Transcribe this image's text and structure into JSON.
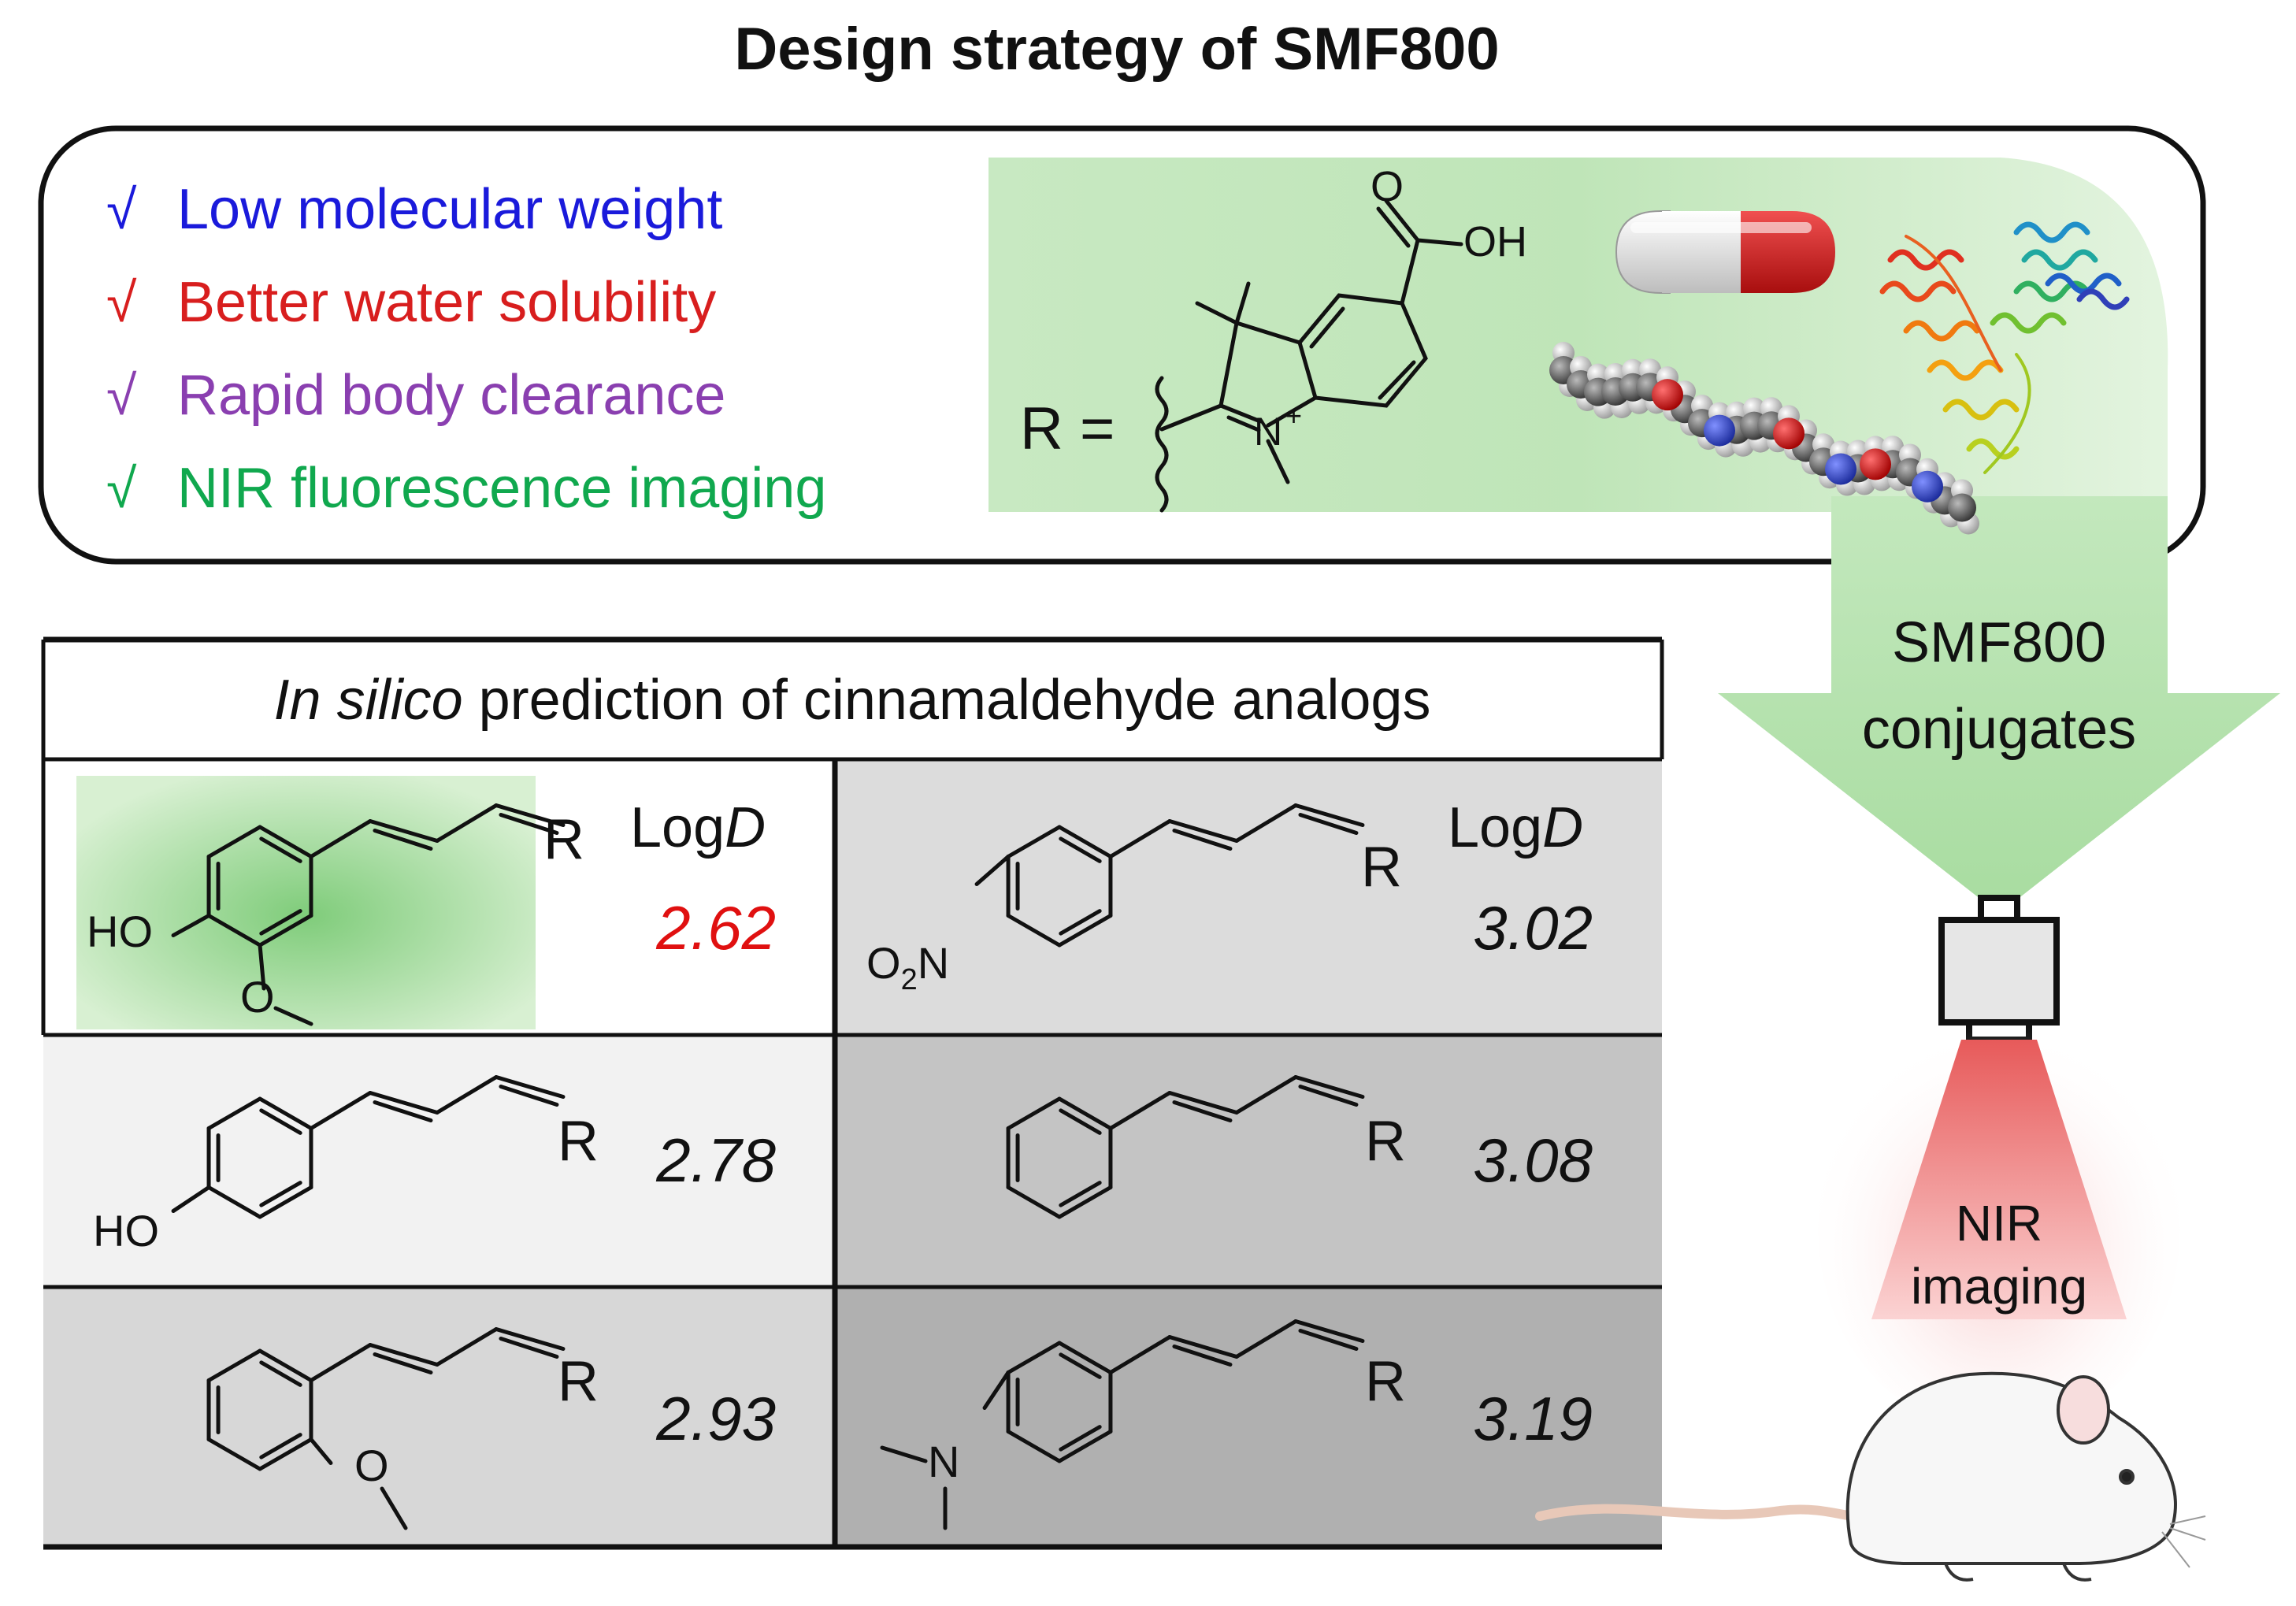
{
  "title": "Design strategy of SMF800",
  "criteria": [
    {
      "check": "√",
      "label": "Low molecular weight",
      "color": "#1a1adb"
    },
    {
      "check": "√",
      "label": "Better water solubility",
      "color": "#d81e1e"
    },
    {
      "check": "√",
      "label": "Rapid body clearance",
      "color": "#8a3fb0"
    },
    {
      "check": "√",
      "label": "NIR fluorescence imaging",
      "color": "#10a84e"
    }
  ],
  "r_group": {
    "prefix": "R =",
    "carbonyl_o": "O",
    "acid_oh": "OH",
    "nitrogen": "N",
    "charge": "+"
  },
  "arrow_label": [
    "SMF800",
    "conjugates"
  ],
  "imaging_label": [
    "NIR",
    "imaging"
  ],
  "table": {
    "header_italic": "In silico",
    "header_rest": " prediction of cinnamaldehyde analogs",
    "logd_prefix": "Log",
    "logd_italic": "D",
    "cells": [
      {
        "substituents": [
          "HO",
          "O"
        ],
        "r": "R",
        "value": "2.62",
        "highlight": true,
        "value_color": "#e01010",
        "bg": "#ffffff"
      },
      {
        "substituents": [
          "O",
          "2",
          "N"
        ],
        "r": "R",
        "value": "3.02",
        "highlight": false,
        "value_color": "#111111",
        "bg": "#dcdcdc"
      },
      {
        "substituents": [
          "HO"
        ],
        "r": "R",
        "value": "2.78",
        "highlight": false,
        "value_color": "#111111",
        "bg": "#f2f2f2"
      },
      {
        "substituents": [],
        "r": "R",
        "value": "3.08",
        "highlight": false,
        "value_color": "#111111",
        "bg": "#c4c4c4"
      },
      {
        "substituents": [
          "O"
        ],
        "r": "R",
        "value": "2.93",
        "highlight": false,
        "value_color": "#111111",
        "bg": "#d7d7d7"
      },
      {
        "substituents": [
          "N"
        ],
        "r": "R",
        "value": "3.19",
        "highlight": false,
        "value_color": "#111111",
        "bg": "#b0b0b0"
      }
    ]
  },
  "colors": {
    "green_glow": "#9fd89a",
    "arrow_green": "#b9e3b2",
    "beam_red": "#f08080",
    "pill_red": "#d81c1c"
  }
}
